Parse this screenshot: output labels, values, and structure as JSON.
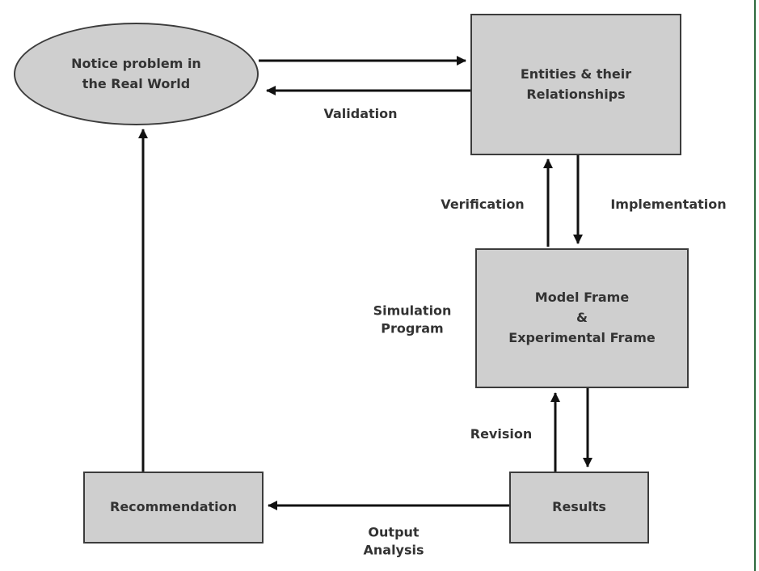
{
  "diagram": {
    "nodes": {
      "real_world": {
        "shape": "ellipse",
        "label": "Notice problem in\nthe Real World"
      },
      "entities": {
        "shape": "rect",
        "label": "Entities & their\nRelationships"
      },
      "model_frame": {
        "shape": "rect",
        "label": "Model Frame\n&\nExperimental Frame"
      },
      "results": {
        "shape": "rect",
        "label": "Results"
      },
      "recommendation": {
        "shape": "rect",
        "label": "Recommendation"
      }
    },
    "edge_labels": {
      "validation": "Validation",
      "verification": "Verification",
      "implementation": "Implementation",
      "simulation_program": "Simulation\nProgram",
      "revision": "Revision",
      "output_analysis": "Output\nAnalysis"
    },
    "colors": {
      "node_fill": "#cfcfcf",
      "node_border": "#3c3c3c",
      "arrow": "#111111",
      "text": "#333333",
      "right_frame_line": "#2f6b3f",
      "background": "#ffffff"
    }
  }
}
